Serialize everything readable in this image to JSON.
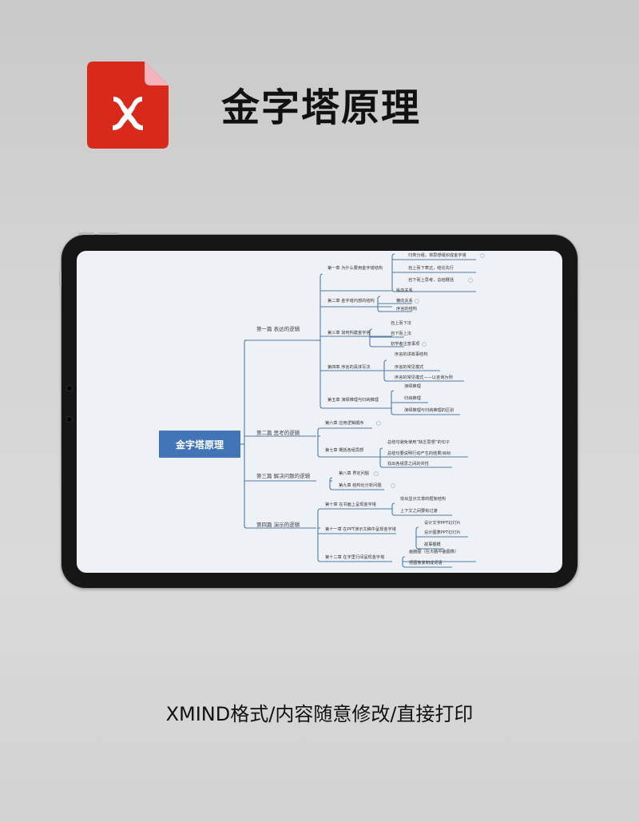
{
  "header": {
    "app_icon": "xmind-file-icon",
    "title": "金字塔原理",
    "icon_colors": {
      "body": "#d9291b",
      "fold": "#f6b3bb",
      "glyph": "#ffffff"
    }
  },
  "mindmap": {
    "root": "金字塔原理",
    "colors": {
      "root_bg": "#4274b8",
      "line": "#4d7ba8",
      "screen_bg": "#eef1f5"
    },
    "parts": [
      {
        "label": "第一篇 表达的逻辑",
        "chapters": [
          {
            "label": "第一章 为什么要用金字塔结构",
            "items": [
              "归类分组，将思想组织成金字塔",
              "自上而下表达，结论先行",
              "自下而上思考，总结概括"
            ]
          },
          {
            "label": "第二章 金字塔内部的结构",
            "items": [
              "纵向关系",
              "横向关系",
              "序言的结构"
            ]
          },
          {
            "label": "第三章 如何构建金字塔",
            "items": [
              "自上而下法",
              "自下而上法",
              "初学者注意事项"
            ]
          },
          {
            "label": "第四章 序言的具体写法",
            "items": [
              "序言的讲故事结构",
              "序言的常见模式",
              "序言的常见模式——以咨询为例"
            ]
          },
          {
            "label": "第五章 演绎推理与归纳推理",
            "items": [
              "演绎推理",
              "归纳推理",
              "演绎推理与归纳推理的区别"
            ]
          }
        ]
      },
      {
        "label": "第二篇 思考的逻辑",
        "chapters": [
          {
            "label": "第六章 应用逻辑顺序",
            "items": []
          },
          {
            "label": "第七章 概括各组思想",
            "items": [
              "总结句避免使用“缺乏思想”的句子",
              "总结句要说明行动产生的结果/目标",
              "找出各组思之间的共性"
            ]
          }
        ]
      },
      {
        "label": "第三篇 解决问题的逻辑",
        "chapters": [
          {
            "label": "第八章 界定问题",
            "items": []
          },
          {
            "label": "第九章 结构化分析问题",
            "items": []
          }
        ]
      },
      {
        "label": "第四篇 演示的逻辑",
        "chapters": [
          {
            "label": "第十章 在书面上呈现金字塔",
            "items": [
              "突出显示文章的框架结构",
              "上下文之间要有过渡"
            ]
          },
          {
            "label": "第十一章 在PPT演示文稿中呈现金字塔",
            "items": [
              "设计文字PPT幻灯片",
              "设计图表PPT幻灯片",
              "故事梗概"
            ]
          },
          {
            "label": "第十二章 在字里行间呈现金字塔",
            "items": [
              "画脑图（在大脑中画图像）",
              "把图像复制成词语"
            ]
          }
        ]
      }
    ]
  },
  "footer": {
    "subtitle": "XMIND格式/内容随意修改/直接打印"
  }
}
